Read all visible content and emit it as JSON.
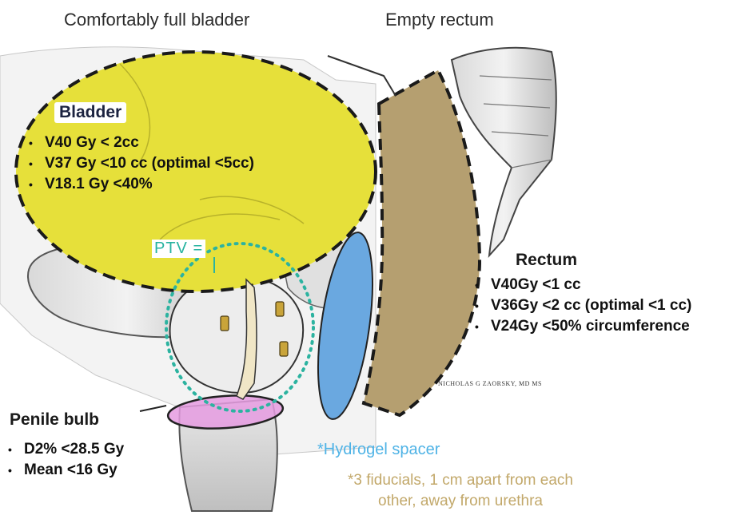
{
  "titles": {
    "bladder": "Comfortably full bladder",
    "rectum": "Empty rectum"
  },
  "bladder": {
    "heading": "Bladder",
    "constraints": [
      "V40 Gy < 2cc",
      "V37 Gy <10 cc (optimal <5cc)",
      "V18.1 Gy <40%"
    ]
  },
  "rectum": {
    "heading": "Rectum",
    "constraints": [
      "V40Gy <1 cc",
      "V36Gy <2 cc (optimal <1 cc)",
      "V24Gy <50% circumference"
    ]
  },
  "penile_bulb": {
    "heading": "Penile bulb",
    "constraints": [
      "D2% <28.5 Gy",
      "Mean <16 Gy"
    ]
  },
  "ptv_label": "PTV =",
  "notes": {
    "hydrogel": "*Hydrogel spacer",
    "fiducials_line1": "*3 fiducials, 1 cm apart from each",
    "fiducials_line2": "other, away from urethra"
  },
  "signature": "NICHOLAS G ZAORSKY, MD MS",
  "colors": {
    "bladder_fill": "#e6e03a",
    "rectum_fill": "#b59f70",
    "hydrogel_fill": "#6aa8e0",
    "penile_bulb_fill": "#e59be0",
    "ptv_ring": "#2cb3a0",
    "fiducial_fill": "#c9a43a"
  }
}
